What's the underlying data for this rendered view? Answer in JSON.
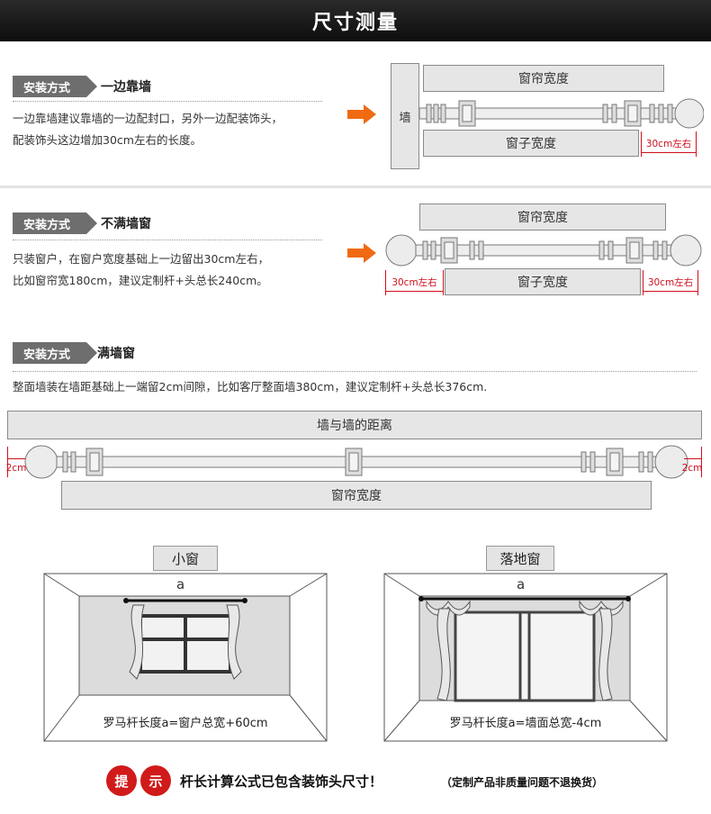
{
  "header": {
    "title": "尺寸测量"
  },
  "sections": [
    {
      "tag": "安装方式",
      "title": "一边靠墙",
      "lines": [
        "一边靠墙建议靠墙的一边配封口，另外一边配装饰头，",
        "配装饰头这边增加30cm左右的长度。"
      ],
      "diagram": {
        "wall": "墙",
        "curtain_width": "窗帘宽度",
        "window_width": "窗子宽度",
        "extra": "30cm左右"
      }
    },
    {
      "tag": "安装方式",
      "title": "不满墙窗",
      "lines": [
        "只装窗户，在窗户宽度基础上一边留出30cm左右，",
        "比如窗帘宽180cm，建议定制杆+头总长240cm。"
      ],
      "diagram": {
        "curtain_width": "窗帘宽度",
        "window_width": "窗子宽度",
        "extra_left": "30cm左右",
        "extra_right": "30cm左右"
      }
    },
    {
      "tag": "安装方式",
      "title": "满墙窗",
      "lines": [
        "整面墙装在墙距基础上一端留2cm间隙，比如客厅整面墙380cm，建议定制杆+头总长376cm."
      ],
      "diagram": {
        "wall_distance": "墙与墙的距离",
        "curtain_width": "窗帘宽度",
        "gap_left": "2cm",
        "gap_right": "2cm"
      }
    }
  ],
  "rooms": [
    {
      "label": "小窗",
      "dim": "a",
      "formula": "罗马杆长度a=窗户总宽+60cm"
    },
    {
      "label": "落地窗",
      "dim": "a",
      "formula": "罗马杆长度a=墙面总宽-4cm"
    }
  ],
  "tip": {
    "char1": "提",
    "char2": "示",
    "main": "杆长计算公式已包含装饰头尺寸！",
    "sub": "（定制产品非质量问题不退换货）"
  },
  "colors": {
    "accent_red": "#d0101d",
    "arrow_orange": "#f06a12",
    "tag_gray": "#6e6e6e"
  }
}
